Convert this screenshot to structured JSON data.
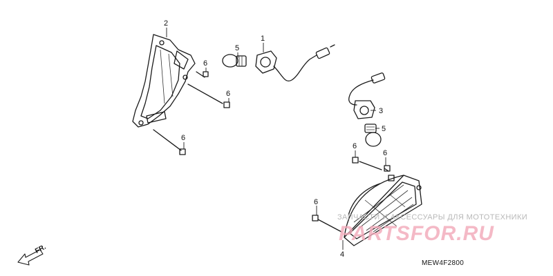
{
  "diagram": {
    "code": "MEW4F2800",
    "direction_label": "FR.",
    "callouts": {
      "c1": "1",
      "c2": "2",
      "c3": "3",
      "c4": "4",
      "c5a": "5",
      "c5b": "5",
      "c6a": "6",
      "c6b": "6",
      "c6c": "6",
      "c6d": "6",
      "c6e": "6",
      "c6f": "6"
    }
  },
  "watermark": {
    "tagline": "ЗАПЧАСТИ И АКСЕССУАРЫ ДЛЯ МОТОТЕХНИКИ",
    "logo": "PARTSFOR.RU"
  }
}
